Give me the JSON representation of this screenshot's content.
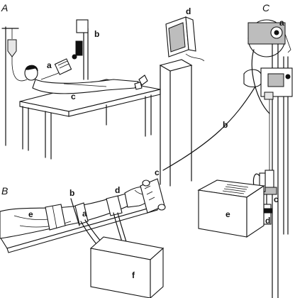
{
  "panels": [
    {
      "id": "A",
      "letter": "A"
    },
    {
      "id": "B",
      "letter": "B"
    },
    {
      "id": "C",
      "letter": "C"
    }
  ],
  "labels": {
    "A": {
      "a": "a",
      "b": "b",
      "c": "c",
      "d": "d"
    },
    "B": {
      "a": "a",
      "b": "b",
      "c": "c",
      "d": "d",
      "e": "e",
      "f": "f"
    },
    "C": {
      "a": "a",
      "b": "b",
      "c": "c",
      "d": "d",
      "e": "e"
    }
  }
}
